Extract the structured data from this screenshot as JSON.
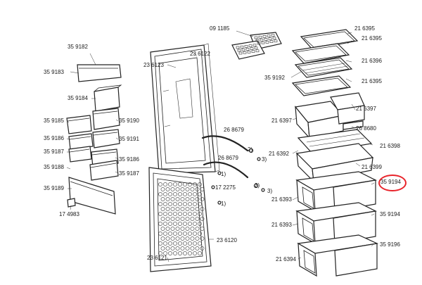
{
  "callouts": {
    "c359182": "35 9182",
    "c359183": "35 9183",
    "c359184": "35 9184",
    "c359185": "35 9185",
    "c359190": "35 9190",
    "c359186a": "35 9186",
    "c359191": "35 9191",
    "c359187a": "35 9187",
    "c359186b": "35 9186",
    "c359188": "35 9188",
    "c359187b": "35 9187",
    "c359189": "35 9189",
    "c174983": "17 4983",
    "c236123": "23 6123",
    "c236122": "23 6122",
    "c268679a": "26 8679",
    "c268679b": "26 8679",
    "c172275": "17 2275",
    "c236120": "23 6120",
    "c236121": "23 6121",
    "c091185": "09 1185",
    "c216395a": "21 6395",
    "c216395b": "21 6395",
    "c216396": "21 6396",
    "c359192": "35 9192",
    "c216395c": "21 6395",
    "c216397a": "21 6397",
    "c216397b": "21 6397",
    "c268680": "26 8680",
    "c216392": "21 6392",
    "c216398": "21 6398",
    "c216399": "21 6399",
    "c359194a": "35 9194",
    "c216393a": "21 6393",
    "c359194b": "35 9194",
    "c216393b": "21 6393",
    "c359196": "35 9196",
    "c216394": "21 6394"
  },
  "notes": {
    "n2a": "2)",
    "n3a": "3)",
    "n1a": "1)",
    "n2b": "2)",
    "n3b": "3)",
    "n1b": "1)"
  },
  "highlight_color": "#e8232a",
  "highlighted_part": "35 9194"
}
